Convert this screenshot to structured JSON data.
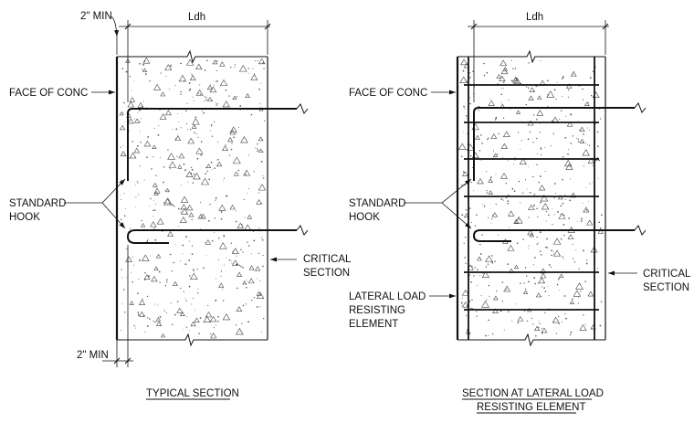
{
  "left_detail": {
    "dim_top_label": "2\" MIN",
    "dim_ldh_label": "Ldh",
    "face_label": "FACE OF CONC",
    "hook_label_1": "STANDARD",
    "hook_label_2": "HOOK",
    "critical_label_1": "CRITICAL",
    "critical_label_2": "SECTION",
    "dim_bottom_label": "2\" MIN",
    "title": "TYPICAL SECTION"
  },
  "right_detail": {
    "dim_ldh_label": "Ldh",
    "face_label": "FACE OF CONC",
    "hook_label_1": "STANDARD",
    "hook_label_2": "HOOK",
    "critical_label_1": "CRITICAL",
    "critical_label_2": "SECTION",
    "lateral_label_1": "LATERAL LOAD",
    "lateral_label_2": "RESISTING",
    "lateral_label_3": "ELEMENT",
    "title_1": "SECTION AT LATERAL LOAD",
    "title_2": "RESISTING ELEMENT"
  }
}
